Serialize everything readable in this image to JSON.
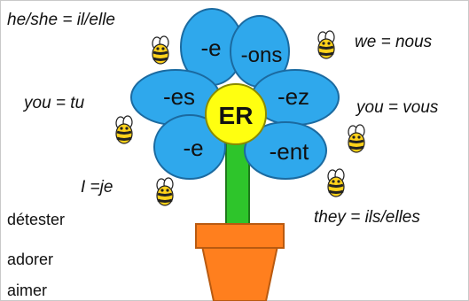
{
  "pronouns": {
    "he_she": "he/she = il/elle",
    "we": "we = nous",
    "you_tu": "you = tu",
    "you_vous": "you = vous",
    "i": "I =je",
    "they": "they = ils/elles"
  },
  "flower": {
    "center": "ER",
    "petals": {
      "top_left": "-e",
      "top_right": "-ons",
      "mid_left": "-es",
      "mid_right": "-ez",
      "bottom_left": "-e",
      "bottom_right": "-ent"
    },
    "colors": {
      "petal": "#2fa8ec",
      "center": "#ffff10",
      "stem": "#2ec52b",
      "pot": "#ff7f1e"
    }
  },
  "verbs": [
    "détester",
    "adorer",
    "aimer"
  ],
  "icons": [
    "bee-icon"
  ]
}
